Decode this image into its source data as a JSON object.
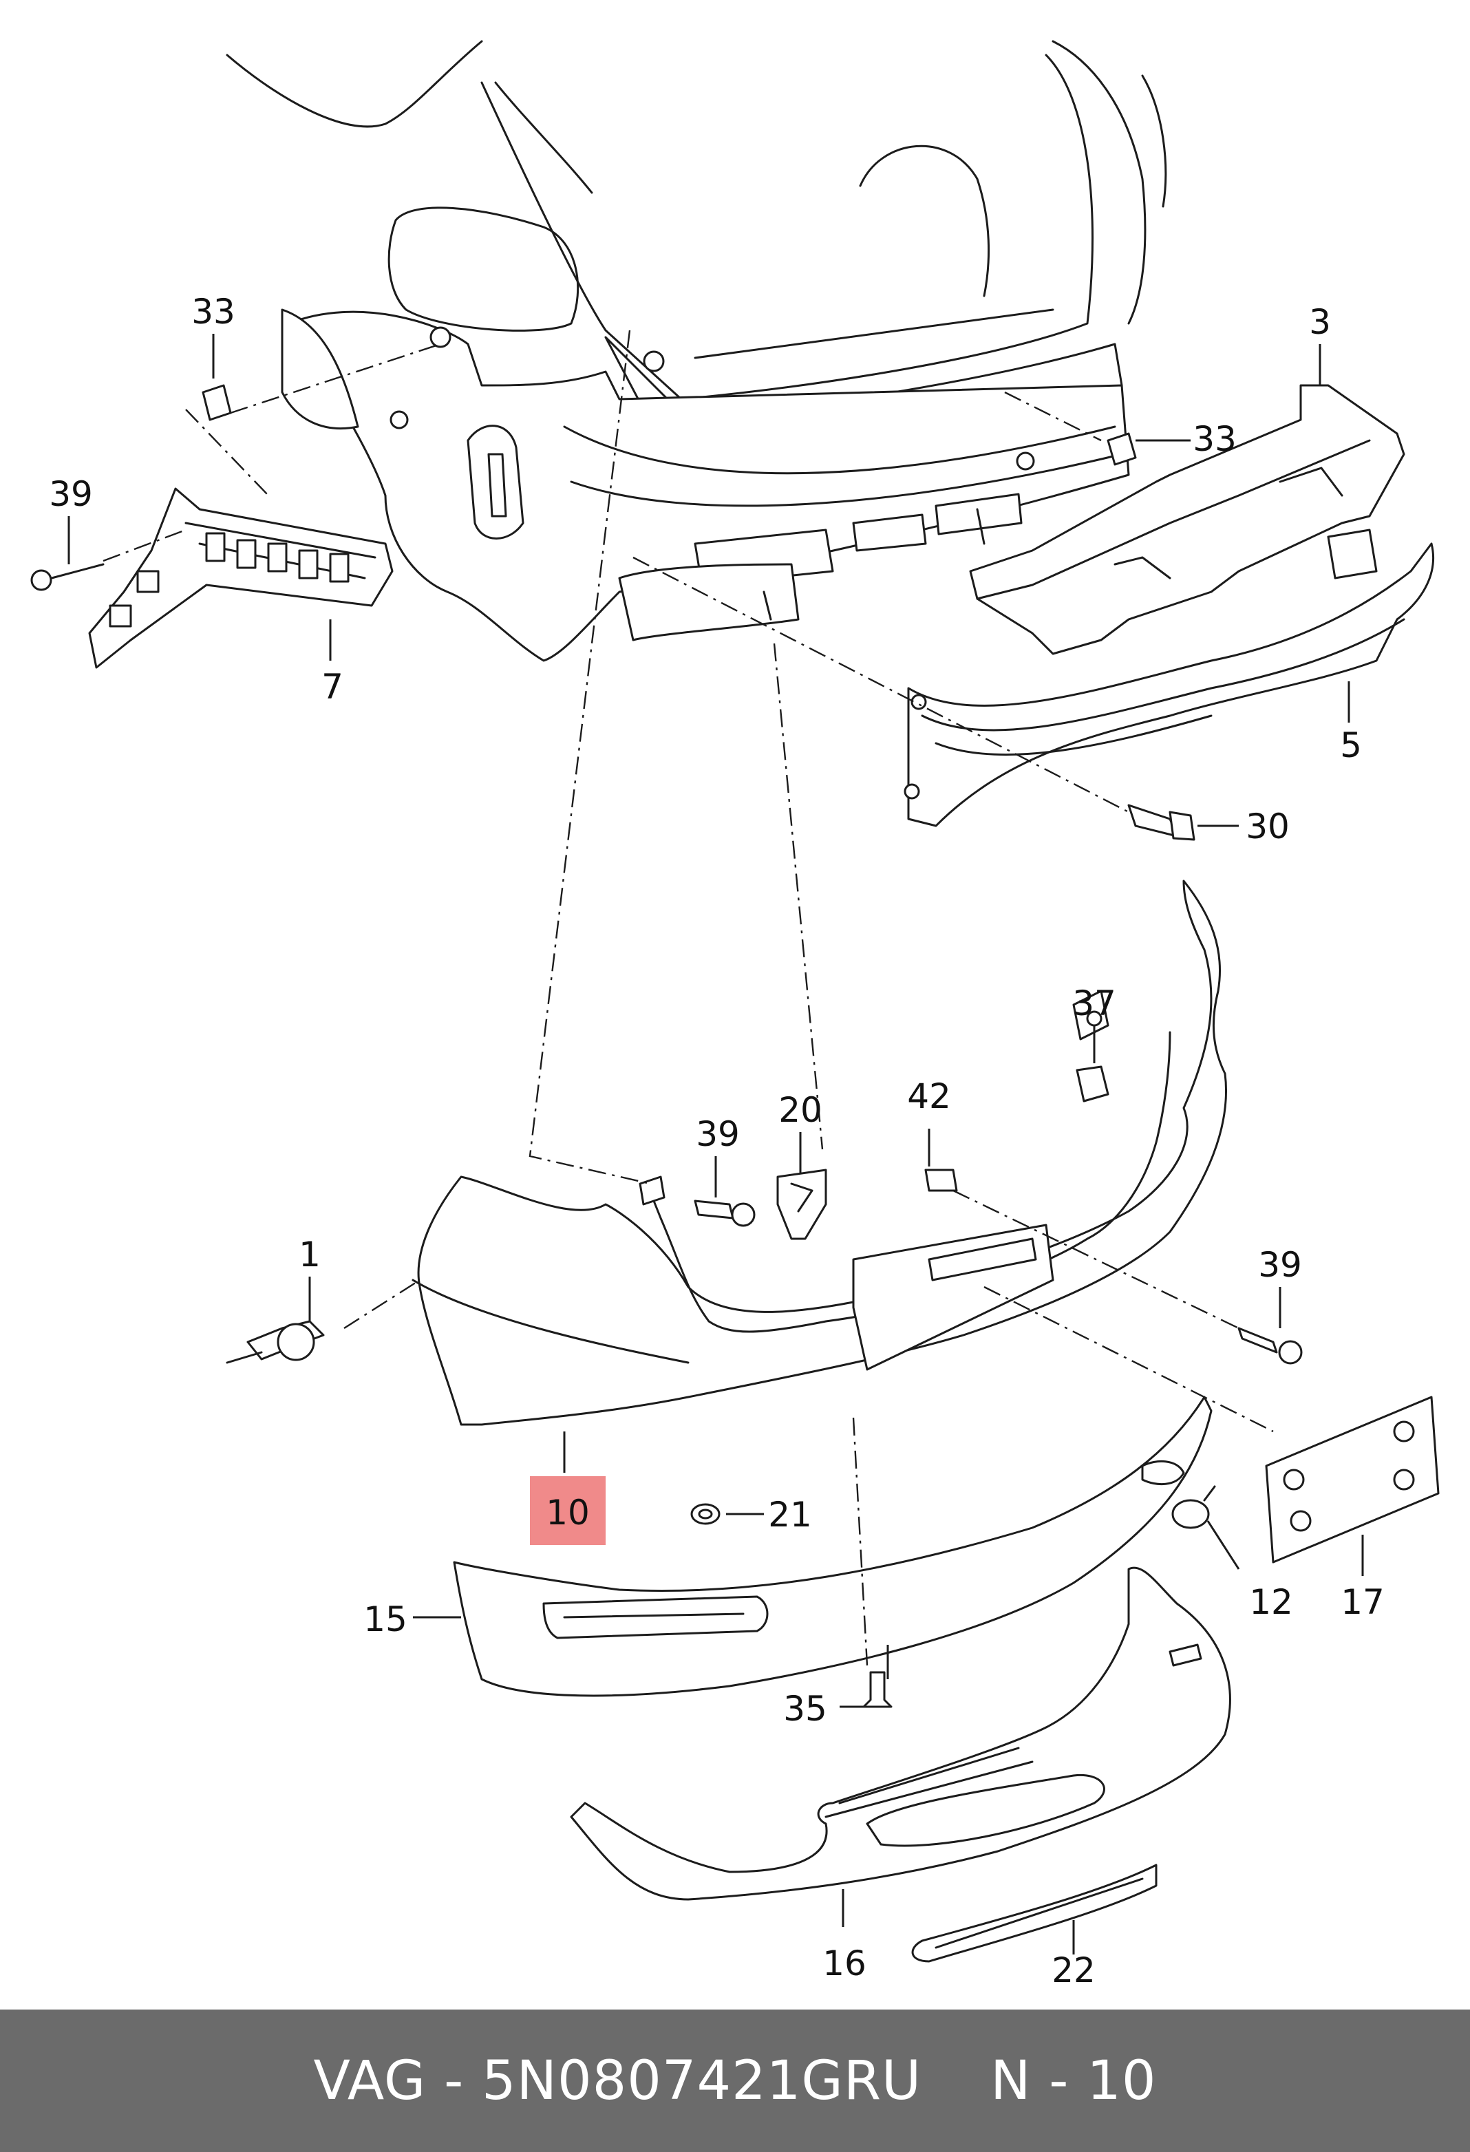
{
  "callouts": {
    "c1": "1",
    "c3": "3",
    "c5": "5",
    "c7": "7",
    "c10": "10",
    "c12": "12",
    "c15": "15",
    "c16": "16",
    "c17": "17",
    "c20": "20",
    "c21": "21",
    "c22": "22",
    "c30": "30",
    "c33a": "33",
    "c33b": "33",
    "c35": "35",
    "c37": "37",
    "c39a": "39",
    "c39b": "39",
    "c39c": "39",
    "c42": "42"
  },
  "highlight": {
    "part": "10",
    "color": "#f08a8a"
  },
  "footer": {
    "part_number": "VAG - 5N0807421GRU",
    "page": "N - 10"
  }
}
